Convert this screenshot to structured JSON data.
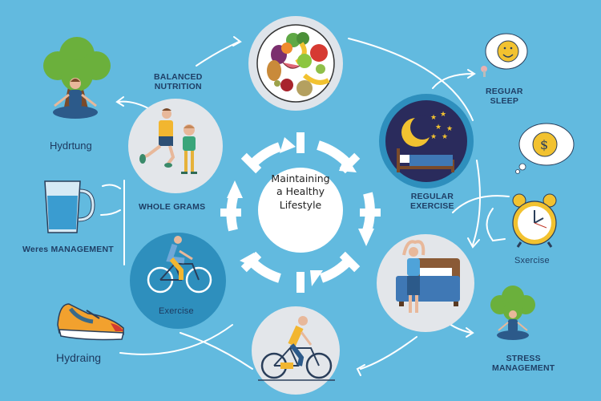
{
  "center": {
    "title_line1": "Maintaining",
    "title_line2": "a Healthy",
    "title_line3": "Lifestyle"
  },
  "labels": {
    "balanced_nutrition_1": "BALANCED",
    "balanced_nutrition_2": "NUTRITION",
    "hydrtung": "Hydrtung",
    "whole_grams": "WHOLE GRAMS",
    "weres_management": "Weres MANAGEMENT",
    "exercise": "Exercise",
    "hydraing": "Hydraing",
    "reguar_sleep_1": "REGUAR",
    "reguar_sleep_2": "SLEEP",
    "regular_exercise_1": "REGULAR",
    "regular_exercise_2": "EXERCISE",
    "sxercise": "Sxercise",
    "stress_management_1": "STRESS",
    "stress_management_2": "MANAGEMENT"
  },
  "icons": [
    "fruit-plate-icon",
    "runners-icon",
    "cyclist-icon",
    "moon-bed-icon",
    "stretching-woman-icon",
    "meditating-tree-icon",
    "water-mug-icon",
    "running-shoe-icon",
    "smiley-thought-icon",
    "coin-thought-icon",
    "alarm-clock-icon"
  ],
  "colors": {
    "background": "#62badf",
    "circle_light": "#e3e6ea",
    "circle_blue": "#2e8fbd",
    "night": "#2a2b5c",
    "text_dark": "#1f3f66",
    "arrow": "#ffffff",
    "accent_yellow": "#f2c230"
  }
}
